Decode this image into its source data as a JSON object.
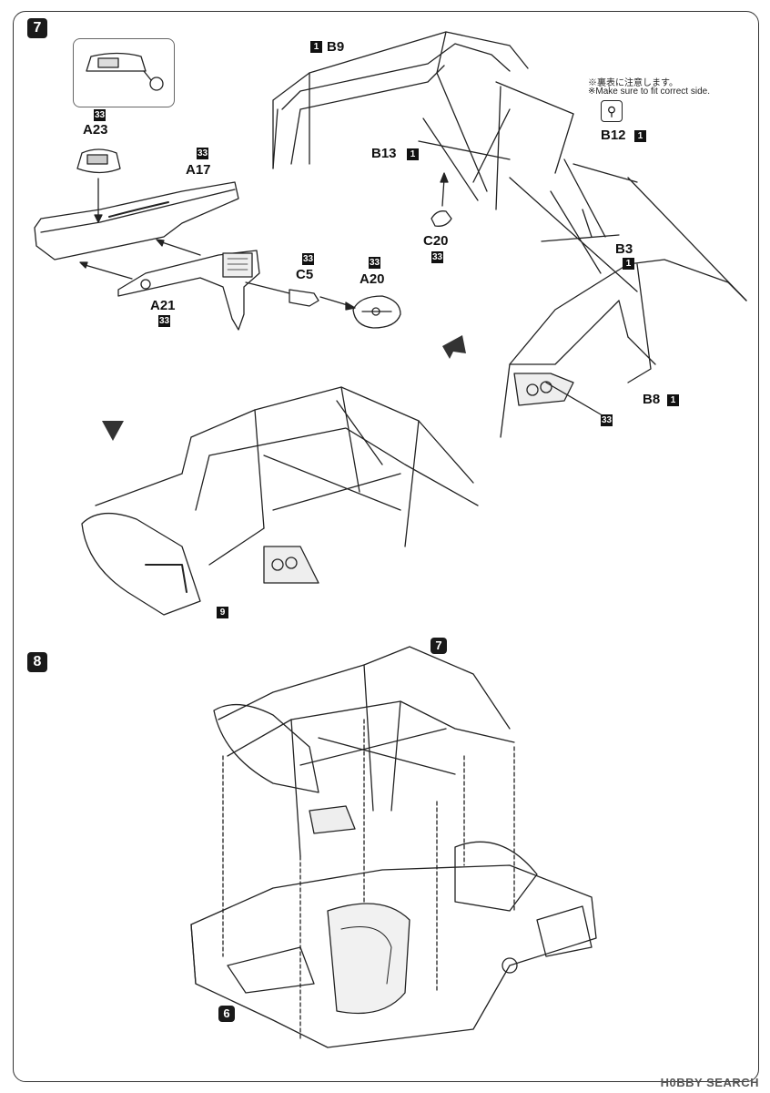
{
  "steps": {
    "step7": "7",
    "step8": "8",
    "ref9": "9",
    "ref7": "7",
    "ref6": "6"
  },
  "parts": {
    "a23": "A23",
    "a17": "A17",
    "a21": "A21",
    "c5": "C5",
    "a20": "A20",
    "c20": "C20",
    "b9": "B9",
    "b13": "B13",
    "b12": "B12",
    "b3": "B3",
    "b8": "B8",
    "color33": "33",
    "color1": "1"
  },
  "notes": {
    "jp": "※裏表に注意します。",
    "en": "※Make sure to fit correct side."
  },
  "watermark": "H0BBY SEARCH"
}
